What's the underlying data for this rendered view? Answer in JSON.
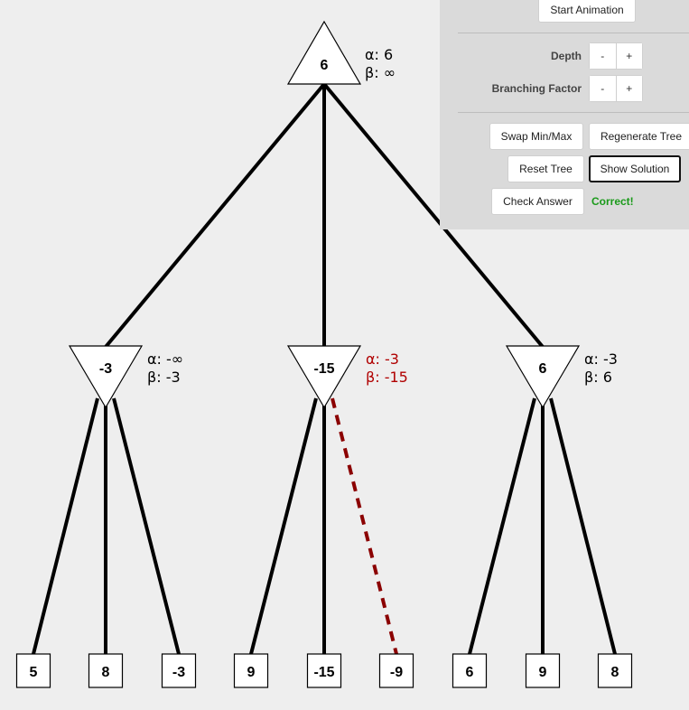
{
  "colors": {
    "status_correct": "#1a9a1a",
    "pruned_edge": "#8b0000",
    "pruned_label": "#b00000"
  },
  "controls": {
    "start_animation": "Start Animation",
    "depth_label": "Depth",
    "branching_label": "Branching Factor",
    "minus": "-",
    "plus": "+",
    "swap_minmax": "Swap Min/Max",
    "regenerate_tree": "Regenerate Tree",
    "reset_tree": "Reset Tree",
    "show_solution": "Show Solution",
    "check_answer": "Check Answer",
    "status": "Correct!"
  },
  "tree": {
    "root": {
      "type": "max",
      "value": "6",
      "alpha": "α: 6",
      "beta": "β: ∞"
    },
    "children": [
      {
        "type": "min",
        "value": "-3",
        "alpha": "α: -∞",
        "beta": "β: -3",
        "pruned": false,
        "leaves": [
          {
            "value": "5",
            "pruned": false
          },
          {
            "value": "8",
            "pruned": false
          },
          {
            "value": "-3",
            "pruned": false
          }
        ]
      },
      {
        "type": "min",
        "value": "-15",
        "alpha": "α: -3",
        "beta": "β: -15",
        "pruned": true,
        "leaves": [
          {
            "value": "9",
            "pruned": false
          },
          {
            "value": "-15",
            "pruned": false
          },
          {
            "value": "-9",
            "pruned": true
          }
        ]
      },
      {
        "type": "min",
        "value": "6",
        "alpha": "α: -3",
        "beta": "β: 6",
        "pruned": false,
        "leaves": [
          {
            "value": "6",
            "pruned": false
          },
          {
            "value": "9",
            "pruned": false
          },
          {
            "value": "8",
            "pruned": false
          }
        ]
      }
    ]
  }
}
